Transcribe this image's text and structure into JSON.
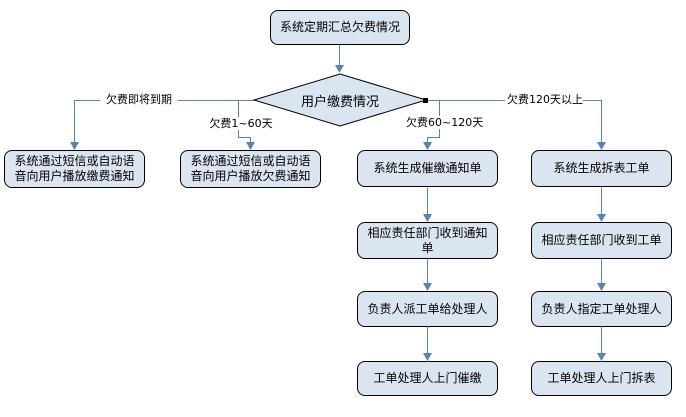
{
  "nodes": {
    "start": "系统定期汇总欠费情况",
    "decision": "用户缴费情况",
    "col1_a": "系统通过短信或自动语音向用户播放缴费通知",
    "col2_a": "系统通过短信或自动语音向用户播放欠费通知",
    "col3_a": "系统生成催缴通知单",
    "col3_b": "相应责任部门收到通知单",
    "col3_c": "负责人派工单给处理人",
    "col3_d": "工单处理人上门催缴",
    "col4_a": "系统生成拆表工单",
    "col4_b": "相应责任部门收到工单",
    "col4_c": "负责人指定工单处理人",
    "col4_d": "工单处理人上门拆表"
  },
  "branch_labels": {
    "due_soon": "欠费即将到期",
    "days_1_60": "欠费1~60天",
    "days_60_120": "欠费60~120天",
    "days_120_plus": "欠费120天以上"
  },
  "colors": {
    "node_fill": "#dbe5f1",
    "node_border": "#000000",
    "connector": "#5b83b0",
    "text_color": "#000000",
    "background": "#ffffff"
  }
}
